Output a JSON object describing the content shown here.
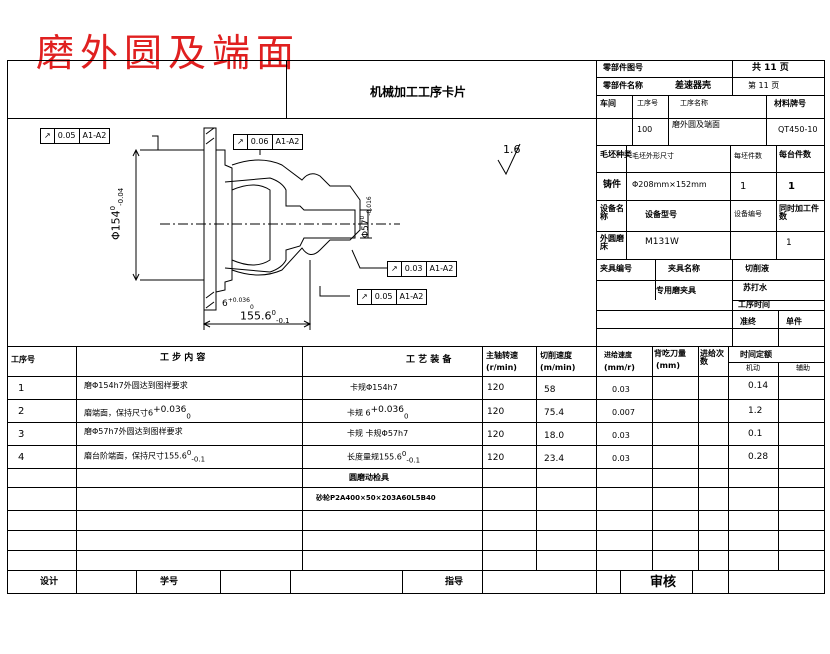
{
  "heading": "磨外圆及端面",
  "card_title": "机械加工工序卡片",
  "header": {
    "part_no_label": "零部件图号",
    "total_pages": "共 11 页",
    "part_name_label": "零部件名称",
    "part_name_value": "差速器壳",
    "page_no": "第 11 页",
    "workshop": "车间",
    "op_no_label": "工序号",
    "op_name_label": "工序名称",
    "material_label": "材料牌号",
    "op_no_value": "100",
    "op_name_value": "磨外圆及端面",
    "material_value": "QT450-10",
    "blank_type_label": "毛坯种类",
    "blank_size_label": "毛坯外形尺寸",
    "parts_per_blank_label": "每坯件数",
    "parts_per_unit_label": "每台件数",
    "forging": "铸件",
    "blank_size_value": "Φ208mm×152mm",
    "parts_per_blank_value": "1",
    "parts_per_unit_value": "1",
    "equipment_name_label": "设备名称",
    "equipment_model_label": "设备型号",
    "equipment_no_label": "设备编号",
    "parallel_parts_label": "同时加工件数",
    "equipment_name_value": "外圆磨床",
    "equipment_model_value": "M131W",
    "parallel_parts_value": "1",
    "fixture_no_label": "夹具编号",
    "fixture_name_label": "夹具名称",
    "coolant_label": "切削液",
    "fixture_name_value": "专用磨夹具",
    "coolant_value": "苏打水",
    "op_time_label": "工序时间",
    "quota_label": "准终",
    "unit_label": "单件"
  },
  "drawing": {
    "tol1": [
      "0.05",
      "A1-A2"
    ],
    "tol2": [
      "0.06",
      "A1-A2"
    ],
    "tol3": [
      "0.03",
      "A1-A2"
    ],
    "tol4": [
      "0.05",
      "A1-A2"
    ],
    "roughness": "1.6",
    "dim_dia": "Φ154",
    "dim_dia_tol": "-0.04",
    "dim_dia_tol_up": "0",
    "dim_bore": "Φ57",
    "dim_bore_tol": "-0.016",
    "dim_bore_tol_up": "0",
    "dim_len": "155.6",
    "dim_len_tol": "-0.1",
    "dim_len_tol_up": "0",
    "dim_small": "6",
    "dim_small_tol": "+0.036",
    "dim_small_tol_low": "0"
  },
  "table": {
    "headers": {
      "step_no": "工序号",
      "content": "工 步 内 容",
      "equipment": "工 艺 装 备",
      "spindle": "主轴转速",
      "spindle_unit": "(r/min)",
      "cut_speed": "切削速度",
      "cut_speed_unit": "(m/min)",
      "feed": "进给速度",
      "feed_unit": "(mm/r)",
      "depth": "背吃刀量",
      "depth_unit": "(mm)",
      "passes": "进给次数",
      "time": "时间定额",
      "time_machine": "机动",
      "time_aux": "辅助"
    },
    "rows": [
      {
        "no": "1",
        "content": "磨Φ154h7外圆达到图样要求",
        "equip": "卡规Φ154h7",
        "spindle": "120",
        "speed": "58",
        "feed": "0.03",
        "time": "0.14"
      },
      {
        "no": "2",
        "content": "磨端面，保持尺寸6",
        "equip": "卡规",
        "spindle": "120",
        "speed": "75.4",
        "feed": "0.007",
        "time": "1.2"
      },
      {
        "no": "3",
        "content": "磨Φ57h7外圆达到图样要求",
        "equip": "卡规 卡规Φ57h7",
        "spindle": "120",
        "speed": "18.0",
        "feed": "0.03",
        "time": "0.1"
      },
      {
        "no": "4",
        "content": "磨台阶端面，保持尺寸155.6",
        "equip": "长度量规155.6",
        "spindle": "120",
        "speed": "23.4",
        "feed": "0.03",
        "time": "0.28"
      }
    ],
    "extra1": "圆磨动检具",
    "extra2": "砂轮P2A400×50×203A60L5B40",
    "row2_tol_up": "+0.036",
    "row2_tol_low": "0",
    "row4_tol_up": "0",
    "row4_tol_low": "-0.1"
  },
  "footer": {
    "design": "设计",
    "school_no": "学号",
    "instructor": "指导",
    "review": "审核"
  }
}
